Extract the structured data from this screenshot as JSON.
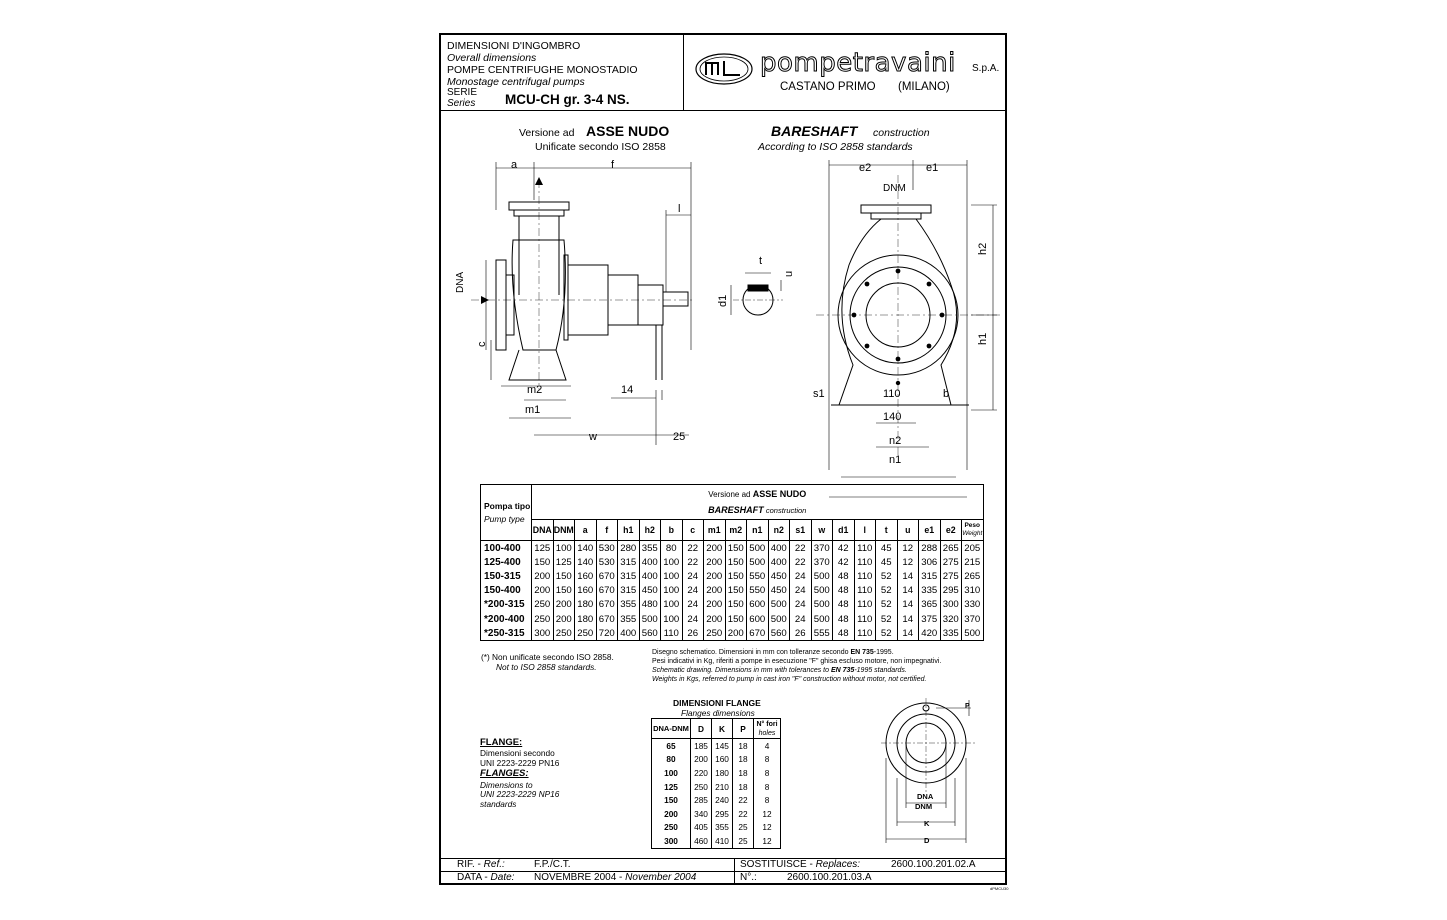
{
  "header": {
    "line1": "DIMENSIONI D'INGOMBRO",
    "line2": "Overall dimensions",
    "line3": "POMPE CENTRIFUGHE MONOSTADIO",
    "line4": "Monostage centrifugal pumps",
    "serie_label": "SERIE",
    "series_label": "Series",
    "model": "MCU-CH gr. 3-4 NS.",
    "company": "pompetravaini",
    "company_suffix": "S.p.A.",
    "location": "CASTANO PRIMO",
    "location_city": "(MILANO)"
  },
  "titles": {
    "versione_ad": "Versione ad",
    "asse_nudo": "ASSE NUDO",
    "unificate": "Unificate secondo ISO 2858",
    "bareshaft": "BARESHAFT",
    "construction": "construction",
    "according": "According to ISO 2858 standards"
  },
  "drawing_labels": {
    "a": "a",
    "f": "f",
    "l": "l",
    "dna": "DNA",
    "c": "c",
    "m2": "m2",
    "m1": "m1",
    "fourteen": "14",
    "w": "w",
    "twentyfive": "25",
    "t": "t",
    "u": "u",
    "d1": "d1",
    "e2": "e2",
    "e1": "e1",
    "dnm": "DNM",
    "h2": "h2",
    "h1": "h1",
    "s1": "s1",
    "b": "b",
    "v110": "110",
    "v140": "140",
    "n2": "n2",
    "n1": "n1"
  },
  "table": {
    "pump_type": "Pompa tipo",
    "pump_type_en": "Pump type",
    "versione_ad": "Versione ad",
    "asse_nudo": "ASSE NUDO",
    "bareshaft": "BARESHAFT",
    "construction": "construction",
    "peso": "Peso",
    "weight": "Weight",
    "columns": [
      "DNA",
      "DNM",
      "a",
      "f",
      "h1",
      "h2",
      "b",
      "c",
      "m1",
      "m2",
      "n1",
      "n2",
      "s1",
      "w",
      "d1",
      "l",
      "t",
      "u",
      "e1",
      "e2"
    ],
    "rows": [
      {
        "name": "100-400",
        "values": [
          "125",
          "100",
          "140",
          "530",
          "280",
          "355",
          "80",
          "22",
          "200",
          "150",
          "500",
          "400",
          "22",
          "370",
          "42",
          "110",
          "45",
          "12",
          "288",
          "265",
          "205"
        ]
      },
      {
        "name": "125-400",
        "values": [
          "150",
          "125",
          "140",
          "530",
          "315",
          "400",
          "100",
          "22",
          "200",
          "150",
          "500",
          "400",
          "22",
          "370",
          "42",
          "110",
          "45",
          "12",
          "306",
          "275",
          "215"
        ]
      },
      {
        "name": "150-315",
        "values": [
          "200",
          "150",
          "160",
          "670",
          "315",
          "400",
          "100",
          "24",
          "200",
          "150",
          "550",
          "450",
          "24",
          "500",
          "48",
          "110",
          "52",
          "14",
          "315",
          "275",
          "265"
        ]
      },
      {
        "name": "150-400",
        "values": [
          "200",
          "150",
          "160",
          "670",
          "315",
          "450",
          "100",
          "24",
          "200",
          "150",
          "550",
          "450",
          "24",
          "500",
          "48",
          "110",
          "52",
          "14",
          "335",
          "295",
          "310"
        ]
      },
      {
        "name": "*200-315",
        "values": [
          "250",
          "200",
          "180",
          "670",
          "355",
          "480",
          "100",
          "24",
          "200",
          "150",
          "600",
          "500",
          "24",
          "500",
          "48",
          "110",
          "52",
          "14",
          "365",
          "300",
          "330"
        ]
      },
      {
        "name": "*200-400",
        "values": [
          "250",
          "200",
          "180",
          "670",
          "355",
          "500",
          "100",
          "24",
          "200",
          "150",
          "600",
          "500",
          "24",
          "500",
          "48",
          "110",
          "52",
          "14",
          "375",
          "320",
          "370"
        ]
      },
      {
        "name": "*250-315",
        "values": [
          "300",
          "250",
          "250",
          "720",
          "400",
          "560",
          "110",
          "26",
          "250",
          "200",
          "670",
          "560",
          "26",
          "555",
          "48",
          "110",
          "52",
          "14",
          "420",
          "335",
          "500"
        ]
      }
    ]
  },
  "notes": {
    "star_it": "(*) Non unificate secondo ISO 2858.",
    "star_en": "Not to ISO 2858 standards.",
    "n1_pre": "Disegno schematico. Dimensioni in mm con tolleranze secondo ",
    "n1_bold": "EN 735",
    "n1_post": "-1995.",
    "n2": "Pesi indicativi in Kg, riferiti a pompe in esecuzione \"F\" ghisa escluso motore, non impegnativi.",
    "n3_pre": "Schematic drawing. Dimensions in mm with tolerances to ",
    "n3_bold": "EN 735",
    "n3_post": "-1995 standards.",
    "n4": "Weights in Kgs, referred to pump in cast iron \"F\" construction without motor, not certified."
  },
  "flange_section": {
    "title": "DIMENSIONI FLANGE",
    "subtitle": "Flanges dimensions",
    "col_dn": "DNA-DNM",
    "col_d": "D",
    "col_k": "K",
    "col_p": "P",
    "col_n": "N° fori",
    "col_holes": "holes",
    "rows": [
      [
        "65",
        "185",
        "145",
        "18",
        "4"
      ],
      [
        "80",
        "200",
        "160",
        "18",
        "8"
      ],
      [
        "100",
        "220",
        "180",
        "18",
        "8"
      ],
      [
        "125",
        "250",
        "210",
        "18",
        "8"
      ],
      [
        "150",
        "285",
        "240",
        "22",
        "8"
      ],
      [
        "200",
        "340",
        "295",
        "22",
        "12"
      ],
      [
        "250",
        "405",
        "355",
        "25",
        "12"
      ],
      [
        "300",
        "460",
        "410",
        "25",
        "12"
      ]
    ],
    "flange_label": "FLANGE:",
    "flange_it1": "Dimensioni secondo",
    "flange_it2": "UNI 2223-2229 PN16",
    "flanges_label": "FLANGES:",
    "flanges_en1": "Dimensions to",
    "flanges_en2": "UNI 2223-2229 NP16",
    "flanges_en3": "standards",
    "p_label": "P",
    "dna_label": "DNA",
    "dnm_label": "DNM",
    "k_label": "K",
    "d_label": "D"
  },
  "footer": {
    "rif": "RIF.",
    "ref": "Ref.:",
    "rif_value": "F.P./C.T.",
    "sostituisce": "SOSTITUISCE",
    "replaces": "Replaces:",
    "replaces_value": "2600.100.201.02.A",
    "data": "DATA",
    "date": "Date:",
    "date_it": "NOVEMBRE 2004",
    "date_en": "November 2004",
    "n_label": "N°.:",
    "n_value": "2600.100.201.03.A",
    "corner_code": "dPMCU30"
  }
}
